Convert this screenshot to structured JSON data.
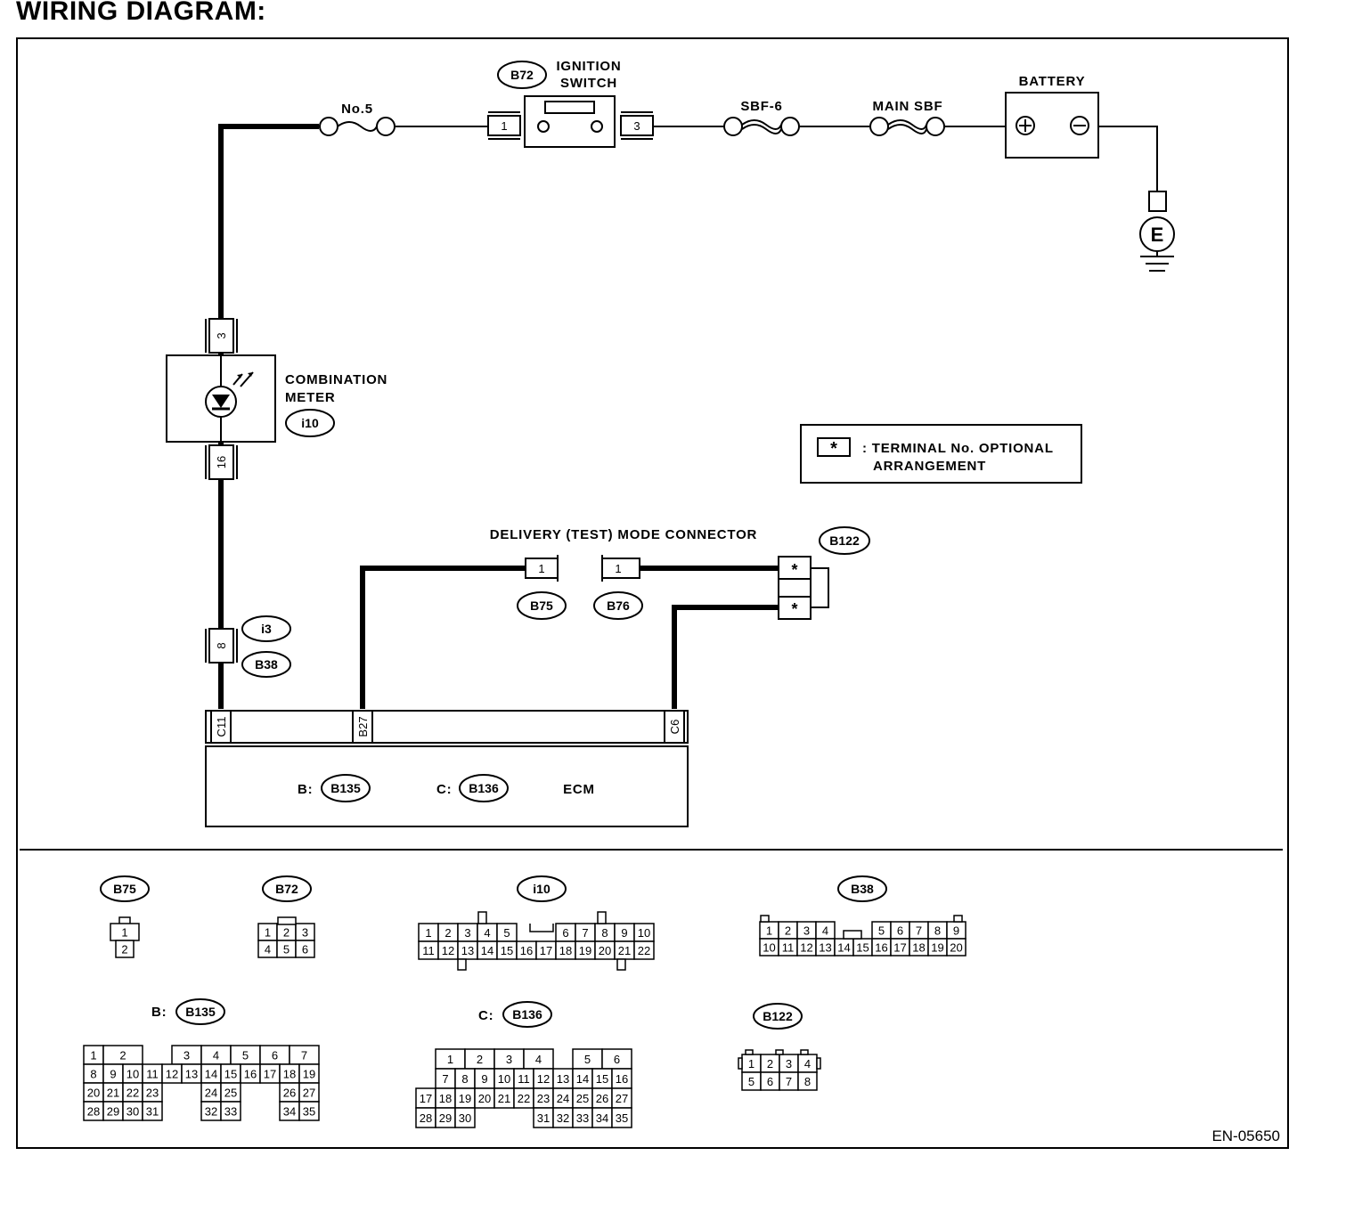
{
  "page_title": "WIRING DIAGRAM:",
  "figure_id": "EN-05650",
  "labels": {
    "fuse_no5": "No.5",
    "ignition_switch_1": "IGNITION",
    "ignition_switch_2": "SWITCH",
    "sbf6": "SBF-6",
    "main_sbf": "MAIN SBF",
    "battery": "BATTERY",
    "ground": "E",
    "combination_meter_1": "COMBINATION",
    "combination_meter_2": "METER",
    "delivery_connector": "DELIVERY (TEST) MODE CONNECTOR",
    "legend_symbol": "*",
    "legend_1": ": TERMINAL No. OPTIONAL",
    "legend_2": "ARRANGEMENT",
    "ecm": "ECM",
    "ecm_b_prefix": "B:",
    "ecm_c_prefix": "C:",
    "b135_prefix": "B:",
    "b136_prefix": "C:"
  },
  "connectors": {
    "b72": "B72",
    "i10": "i10",
    "i3": "i3",
    "b38": "B38",
    "b75": "B75",
    "b76": "B76",
    "b122": "B122",
    "b135": "B135",
    "b136": "B136"
  },
  "terminals": {
    "ign_in": "1",
    "ign_out": "3",
    "meter_top": "3",
    "meter_bottom": "16",
    "i3_pin": "8",
    "b75_pin": "1",
    "b76_pin": "1",
    "b122_a": "*",
    "b122_b": "*",
    "ecm_c11": "C11",
    "ecm_b27": "B27",
    "ecm_c6": "C6"
  },
  "connector_views": {
    "b75": {
      "name": "B75",
      "rows": [
        [
          "1"
        ],
        [
          "2"
        ]
      ]
    },
    "b72": {
      "name": "B72",
      "rows": [
        [
          "1",
          "2",
          "3"
        ],
        [
          "4",
          "5",
          "6"
        ]
      ]
    },
    "i10": {
      "name": "i10",
      "rows": [
        [
          "1",
          "2",
          "3",
          "4",
          "5",
          "",
          "",
          "6",
          "7",
          "8",
          "9",
          "10"
        ],
        [
          "11",
          "12",
          "13",
          "14",
          "15",
          "16",
          "17",
          "18",
          "19",
          "20",
          "21",
          "22"
        ]
      ]
    },
    "b38": {
      "name": "B38",
      "rows": [
        [
          "1",
          "2",
          "3",
          "4",
          "",
          "",
          "5",
          "6",
          "7",
          "8",
          "9"
        ],
        [
          "10",
          "11",
          "12",
          "13",
          "14",
          "15",
          "16",
          "17",
          "18",
          "19",
          "20"
        ]
      ]
    },
    "b135": {
      "name": "B135",
      "prefix": "B:",
      "rows": [
        [
          "1",
          "2",
          "",
          "",
          "3",
          "4",
          "5",
          "6",
          "7"
        ],
        [
          "8",
          "9",
          "10",
          "11",
          "12",
          "13",
          "14",
          "15",
          "16",
          "17",
          "18",
          "19"
        ],
        [
          "20",
          "21",
          "22",
          "23",
          "",
          "24",
          "25",
          "",
          "26",
          "27"
        ],
        [
          "28",
          "29",
          "30",
          "31",
          "",
          "32",
          "33",
          "",
          "34",
          "35"
        ]
      ]
    },
    "b136": {
      "name": "B136",
      "prefix": "C:",
      "rows": [
        [
          "1",
          "2",
          "3",
          "4",
          "",
          "5",
          "6"
        ],
        [
          "7",
          "8",
          "9",
          "10",
          "11",
          "12",
          "13",
          "14",
          "15",
          "16"
        ],
        [
          "17",
          "18",
          "19",
          "20",
          "21",
          "22",
          "23",
          "24",
          "25",
          "26",
          "27"
        ],
        [
          "28",
          "29",
          "30",
          "",
          "31",
          "32",
          "33",
          "34",
          "35"
        ]
      ]
    },
    "b122": {
      "name": "B122",
      "rows": [
        [
          "1",
          "2",
          "3",
          "4"
        ],
        [
          "5",
          "6",
          "7",
          "8"
        ]
      ]
    }
  }
}
